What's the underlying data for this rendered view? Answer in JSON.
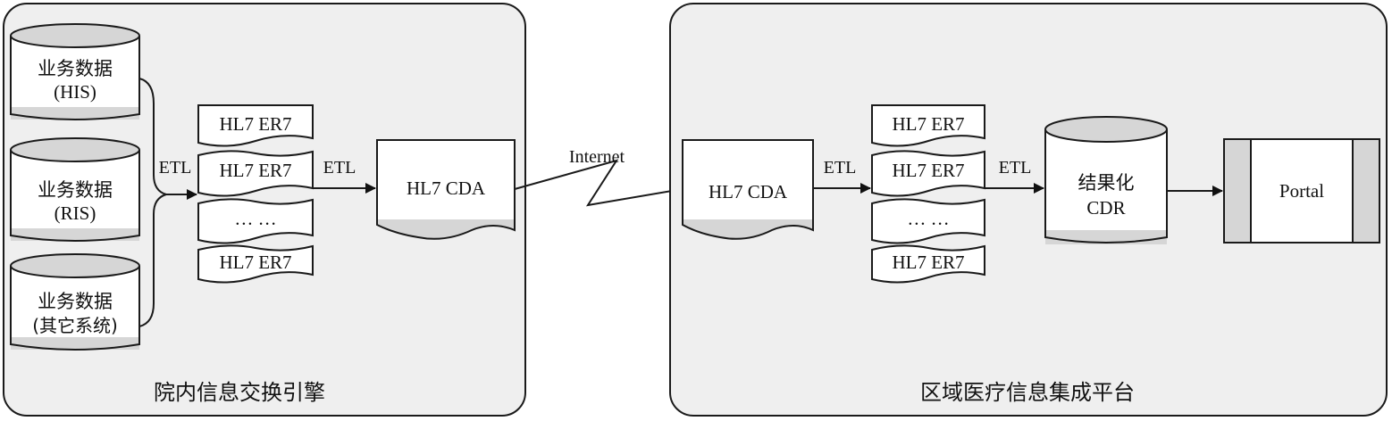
{
  "hospital_panel": {
    "title": "院内信息交换引擎",
    "databases": [
      {
        "line1": "业务数据",
        "line2": "(HIS)"
      },
      {
        "line1": "业务数据",
        "line2": "(RIS)"
      },
      {
        "line1": "业务数据",
        "line2": "(其它系统)"
      }
    ],
    "etl_label_1": "ETL",
    "messages": [
      "HL7 ER7",
      "HL7 ER7",
      "… …",
      "HL7 ER7"
    ],
    "etl_label_2": "ETL",
    "cda_label": "HL7 CDA"
  },
  "link_label": "Internet",
  "regional_panel": {
    "title": "区域医疗信息集成平台",
    "cda_label": "HL7 CDA",
    "etl_label_1": "ETL",
    "messages": [
      "HL7 ER7",
      "HL7 ER7",
      "… …",
      "HL7 ER7"
    ],
    "etl_label_2": "ETL",
    "cdr": {
      "line1": "结果化",
      "line2": "CDR"
    },
    "portal_label": "Portal"
  },
  "colors": {
    "panel": "#efefef",
    "band": "#d6d6d6",
    "stroke": "#1a1a1a",
    "white": "#ffffff"
  }
}
